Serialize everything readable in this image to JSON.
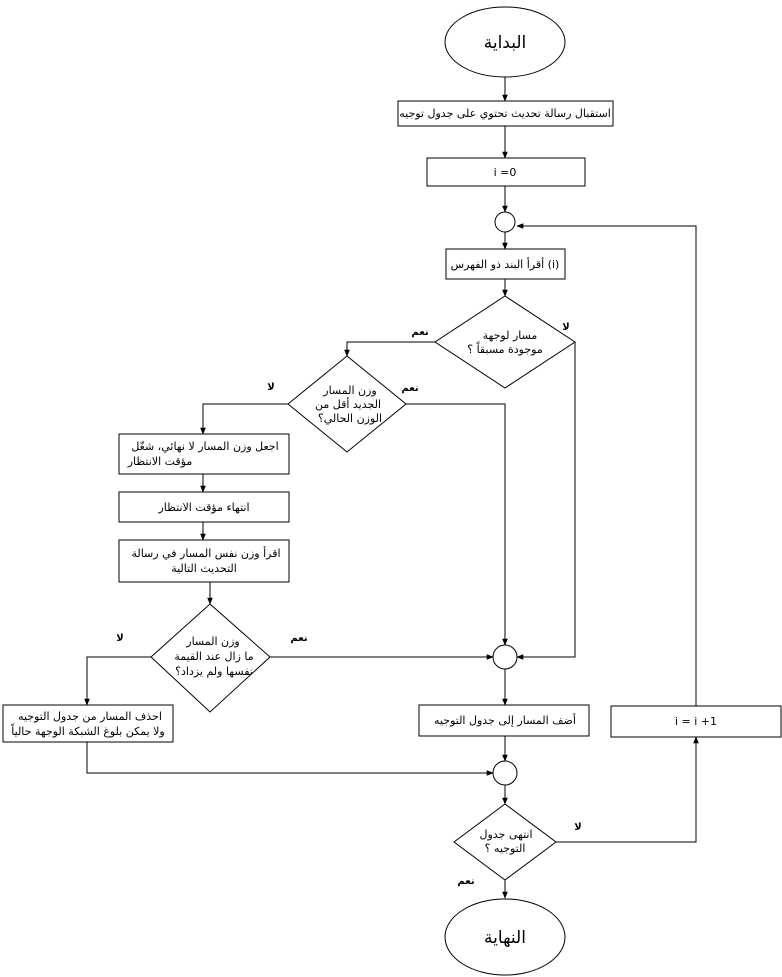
{
  "flowchart": {
    "start": "البداية",
    "end": "النهاية",
    "receive_update": "استقبال رسالة تحديث تحتوي على جدول توجيه",
    "init_index": "i =0",
    "read_item": "أقرأ البند ذو الفهرس (i)",
    "route_exists": [
      "مسار لوجهة",
      "موجودة  مسبقاً ؟"
    ],
    "weight_less": [
      "وزن المسار",
      "الجديد أقل من",
      "الوزن الحالي؟"
    ],
    "set_infinite": [
      "اجعل وزن المسار لا نهائي، شغّل",
      "مؤقت الانتظار"
    ],
    "timer_end": "انتهاء مؤقت الانتظار",
    "read_same_weight": [
      "اقرأ وزن نفس المسار في رسالة",
      "التحديث التالية"
    ],
    "weight_same": [
      "وزن المسار",
      "ما زال عند القيمة",
      "نفسها ولم يزداد؟"
    ],
    "delete_route": [
      "احذف المسار من جدول التوجيه",
      "ولا يمكن بلوغ الشبكة الوجهة حالياً"
    ],
    "add_route": "أضف المسار إلى جدول التوجيه",
    "increment": "i = i +1",
    "table_done": [
      "انتهى جدول",
      "التوجيه ؟"
    ],
    "yes": "نعم",
    "no": "لا"
  }
}
